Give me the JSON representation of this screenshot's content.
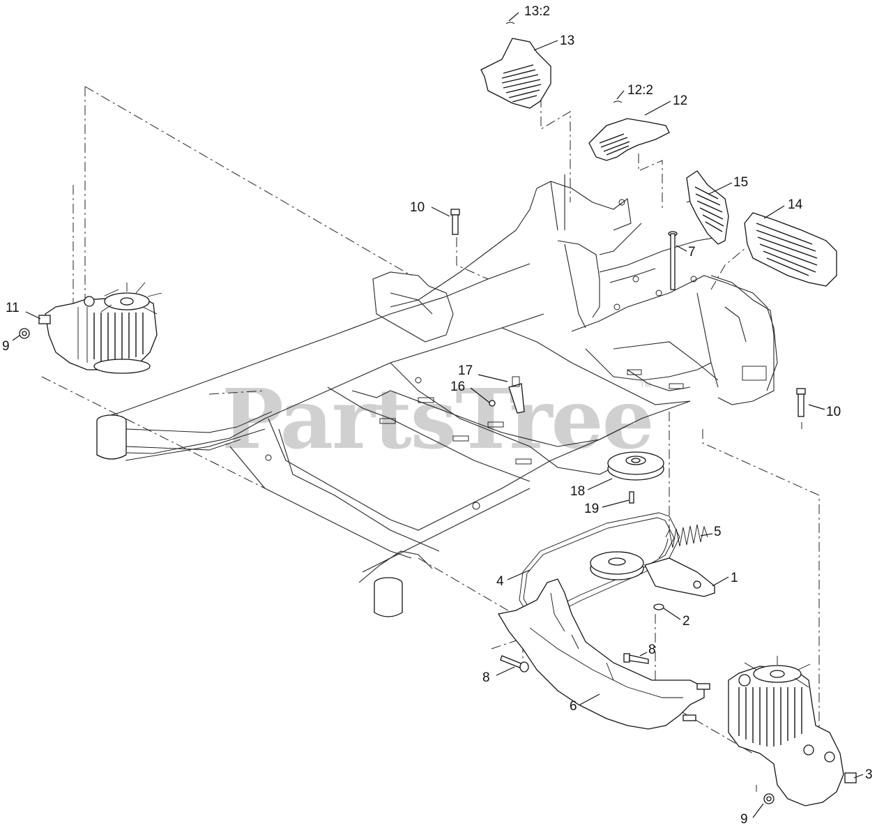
{
  "watermark": {
    "text": "PartsTree",
    "trademark": "TM"
  },
  "callouts": {
    "c13_2": "13:2",
    "c13": "13",
    "c12_2": "12:2",
    "c12": "12",
    "c15": "15",
    "c14": "14",
    "c10_top": "10",
    "c7": "7",
    "c11": "11",
    "c9_left": "9",
    "c17": "17",
    "c16": "16",
    "c10_right": "10",
    "c18": "18",
    "c19": "19",
    "c5": "5",
    "c4": "4",
    "c1": "1",
    "c2": "2",
    "c8_right": "8",
    "c8_left": "8",
    "c6": "6",
    "c3": "3",
    "c9_bottom": "9"
  }
}
